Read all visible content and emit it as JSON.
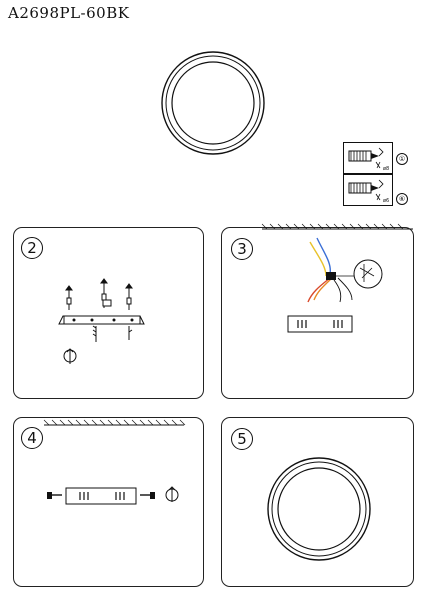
{
  "header": {
    "model": "A2698PL-60BK"
  },
  "legend": {
    "items": [
      {
        "number": "①",
        "label": "ø8",
        "icon": "wall-plug-icon"
      },
      {
        "number": "⑥",
        "label": "ø6",
        "icon": "wall-plug-icon"
      }
    ]
  },
  "steps": [
    {
      "number": "2"
    },
    {
      "number": "3"
    },
    {
      "number": "4"
    },
    {
      "number": "5"
    }
  ],
  "colors": {
    "line": "#111111",
    "wire_blue": "#3b6fd6",
    "wire_red": "#d94a2b",
    "wire_yellow": "#e8c22a",
    "wire_orange": "#e78a25"
  }
}
